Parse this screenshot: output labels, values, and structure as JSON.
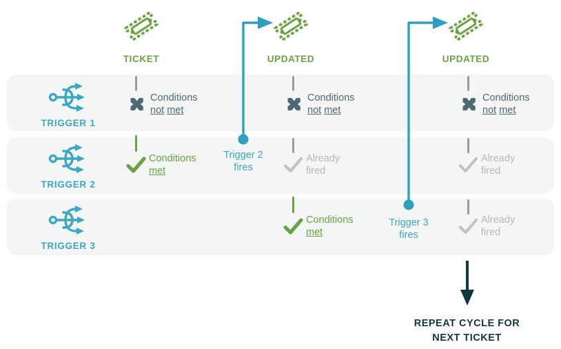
{
  "colors": {
    "green": "#6aa342",
    "teal": "#3aa8c1",
    "slate": "#4d6b72",
    "gray": "#b8b8b8",
    "stub_gray": "#9a9a9a",
    "dark": "#13373f",
    "row_bg": "#f4f5f5",
    "page_bg": "#ffffff"
  },
  "tickets": [
    {
      "label": "TICKET",
      "icon": "ticket-icon"
    },
    {
      "label": "UPDATED",
      "icon": "ticket-icon"
    },
    {
      "label": "UPDATED",
      "icon": "ticket-icon"
    }
  ],
  "triggers": [
    {
      "label": "TRIGGER 1",
      "icon": "trigger-branch-icon"
    },
    {
      "label": "TRIGGER 2",
      "icon": "trigger-branch-icon"
    },
    {
      "label": "TRIGGER 3",
      "icon": "trigger-branch-icon"
    }
  ],
  "statuses": {
    "not_met": {
      "line1": "Conditions",
      "underlined": "not",
      "line2": " met",
      "icon": "x-cross-icon"
    },
    "met": {
      "line1": "Conditions",
      "underlined": "met",
      "line2": "",
      "icon": "check-icon"
    },
    "already": {
      "line1": "Already",
      "underlined": "",
      "line2": "fired",
      "icon": "check-icon"
    }
  },
  "grid": {
    "row1": [
      {
        "type": "not_met",
        "text": "Conditions\nnot met"
      },
      {
        "type": "not_met",
        "text": "Conditions\nnot met"
      },
      {
        "type": "not_met",
        "text": "Conditions\nnot met"
      }
    ],
    "row2": [
      {
        "type": "met",
        "text": "Conditions\nmet"
      },
      {
        "type": "already",
        "text": "Already\nfired"
      },
      {
        "type": "already",
        "text": "Already\nfired"
      }
    ],
    "row3": [
      {
        "type": "met",
        "text": "Conditions\nmet"
      },
      {
        "type": "already",
        "text": "Already\nfired"
      }
    ]
  },
  "fires": [
    {
      "label": "Trigger 2\nfires"
    },
    {
      "label": "Trigger 3\nfires"
    }
  ],
  "footer": {
    "caption": "REPEAT CYCLE FOR\nNEXT TICKET"
  }
}
